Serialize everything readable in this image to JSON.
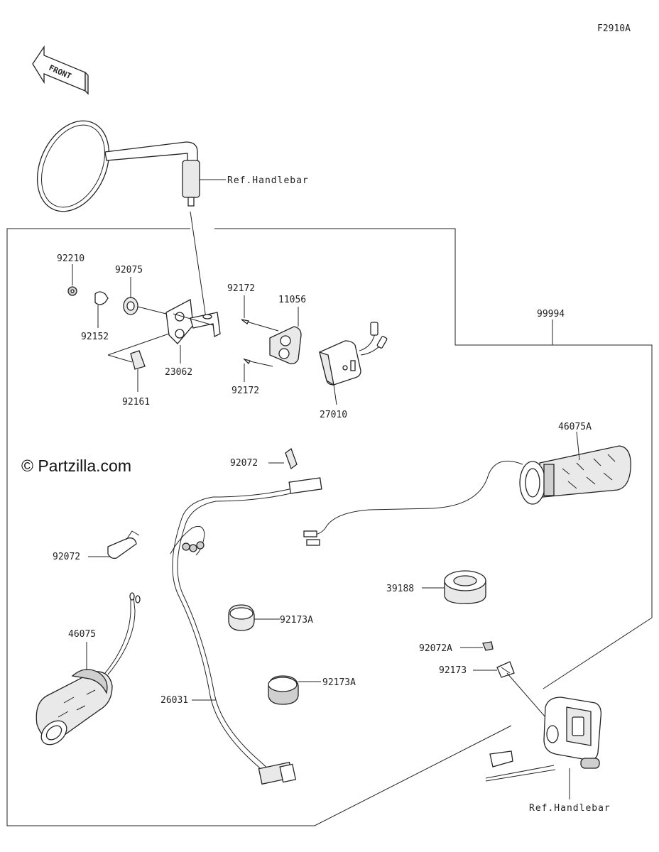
{
  "figure_code": "F2910A",
  "front_arrow_label": "FRONT",
  "watermark": "© Partzilla.com",
  "callouts": {
    "ref_handlebar_top": "Ref.Handlebar",
    "ref_handlebar_bottom": "Ref.Handlebar",
    "p92210": "92210",
    "p92075": "92075",
    "p92152": "92152",
    "p23062": "23062",
    "p92161": "92161",
    "p92172_top": "92172",
    "p92172_bottom": "92172",
    "p11056": "11056",
    "p27010": "27010",
    "p99994": "99994",
    "p46075A": "46075A",
    "p92072_top": "92072",
    "p92072_left": "92072",
    "p46075": "46075",
    "p26031": "26031",
    "p92173A_top": "92173A",
    "p92173A_bottom": "92173A",
    "p39188": "39188",
    "p92072A": "92072A",
    "p92173": "92173"
  }
}
